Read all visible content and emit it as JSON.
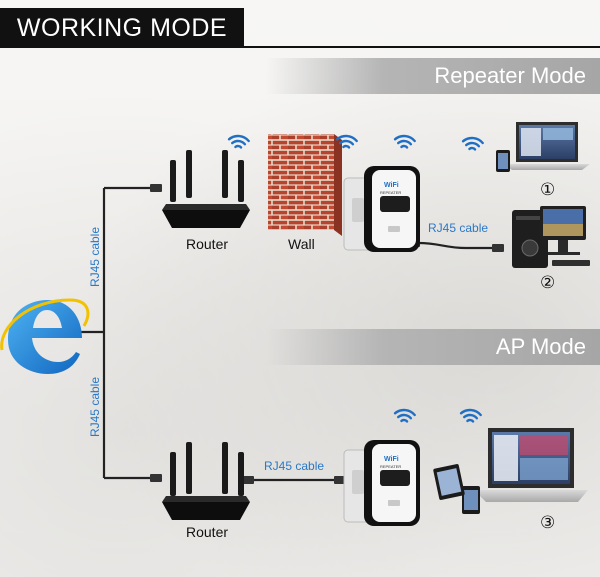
{
  "header": {
    "title": "WORKING MODE"
  },
  "repeater_mode": {
    "heading": "Repeater Mode",
    "router_label": "Router",
    "wall_label": "Wall",
    "rj45_label": "RJ45 cable",
    "device_badges": [
      "①",
      "②"
    ]
  },
  "ap_mode": {
    "heading": "AP Mode",
    "router_label": "Router",
    "rj45_label": "RJ45 cable",
    "device_badges": [
      "③"
    ]
  },
  "internet": {
    "rj45_top_label": "RJ45 cable",
    "rj45_bottom_label": "RJ45 cable"
  },
  "repeater_device": {
    "brand_text": "WiFi",
    "model_text": "REPEATER"
  },
  "colors": {
    "cable": "#222222",
    "accent_blue": "#2a79c7",
    "wifi_blue": "#1f6fc4",
    "brick": "#b8442e",
    "mode_bar": "#a6a6a6",
    "title_bg": "#111111"
  }
}
